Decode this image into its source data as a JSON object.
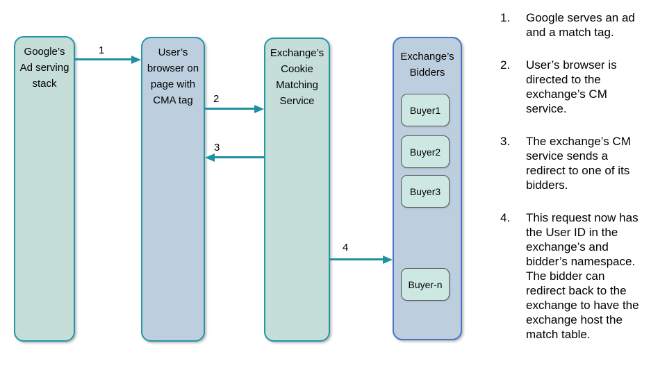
{
  "diagram": {
    "nodes": [
      {
        "label": "Google’s\nAd serving\nstack"
      },
      {
        "label": "User’s\nbrowser on\npage with\nCMA tag"
      },
      {
        "label": "Exchange’s\nCookie\nMatching\nService"
      },
      {
        "label": "Exchange’s\nBidders"
      }
    ],
    "buyers": [
      {
        "label": "Buyer1"
      },
      {
        "label": "Buyer2"
      },
      {
        "label": "Buyer3"
      },
      {
        "label": "Buyer-n"
      }
    ],
    "arrows": [
      {
        "label": "1"
      },
      {
        "label": "2"
      },
      {
        "label": "3"
      },
      {
        "label": "4"
      }
    ],
    "colors": {
      "teal_node_fill": "#c5ded7",
      "teal_node_border": "#2596a5",
      "blue_node_fill": "#bdcfdf",
      "blue_node_border": "#4575c4",
      "buyer_fill": "#cde7e3",
      "buyer_border": "#58585a",
      "arrow": "#1d90a3"
    }
  },
  "steps": {
    "items": [
      {
        "number": "1.",
        "text": "Google serves an ad\nand a match tag."
      },
      {
        "number": "2.",
        "text": "User’s browser is\ndirected to the\nexchange’s CM\nservice."
      },
      {
        "number": "3.",
        "text": "The exchange’s CM\nservice sends a\nredirect to one of its\nbidders."
      },
      {
        "number": "4.",
        "text": "This request now has\nthe User ID in the\nexchange’s and\nbidder’s namespace.\nThe bidder can\nredirect back to the\nexchange to have the\nexchange host the\nmatch table."
      }
    ]
  }
}
